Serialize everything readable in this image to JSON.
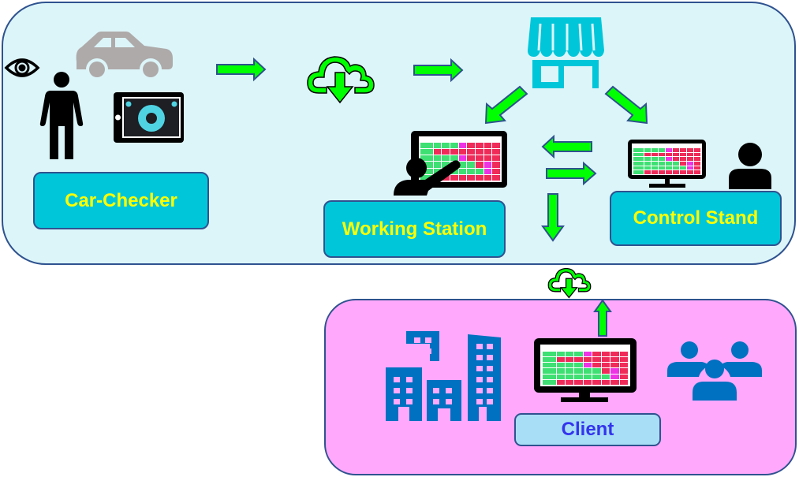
{
  "colors": {
    "top_panel_bg": "#dcf5f9",
    "bottom_panel_bg": "#ffa8fc",
    "panel_border": "#2f528f",
    "label_bg": "#00c6da",
    "label_text": "#ffff00",
    "client_bg": "#a9dff6",
    "client_text": "#3434ee",
    "arrow_fill": "#00ff00",
    "arrow_stroke": "#2f528f",
    "shop_color": "#00c6da",
    "blue_icon": "#0070c0",
    "car_color": "#aeaaaa",
    "cell_green": "#3ee073",
    "cell_red": "#ef2b59",
    "cell_magenta": "#ee33e5"
  },
  "labels": {
    "car_checker": "Car-Checker",
    "working_station": "Working Station",
    "control_stand": "Control Stand",
    "client": "Client"
  },
  "icons": {
    "eye": "eye-icon",
    "person": "person-icon",
    "car": "car-icon",
    "tablet": "tablet-icon",
    "cloud_download": "cloud-download-icon",
    "shop": "shop-icon",
    "presenter": "presenter-icon",
    "monitor": "monitor-icon",
    "user": "user-icon",
    "buildings": "buildings-icon",
    "users": "users-group-icon"
  },
  "screen_table": {
    "columns": 9,
    "rows": [
      [
        "g",
        "g",
        "g",
        "g",
        "m",
        "r",
        "r",
        "r",
        "r"
      ],
      [
        "g",
        "r",
        "r",
        "r",
        "r",
        "r",
        "r",
        "r",
        "r"
      ],
      [
        "g",
        "g",
        "g",
        "g",
        "m",
        "r",
        "r",
        "r",
        "r"
      ],
      [
        "g",
        "g",
        "g",
        "g",
        "g",
        "g",
        "r",
        "m",
        "r"
      ],
      [
        "g",
        "g",
        "g",
        "g",
        "g",
        "g",
        "g",
        "m",
        "r"
      ],
      [
        "g",
        "r",
        "r",
        "r",
        "r",
        "r",
        "r",
        "r",
        "r"
      ]
    ]
  }
}
